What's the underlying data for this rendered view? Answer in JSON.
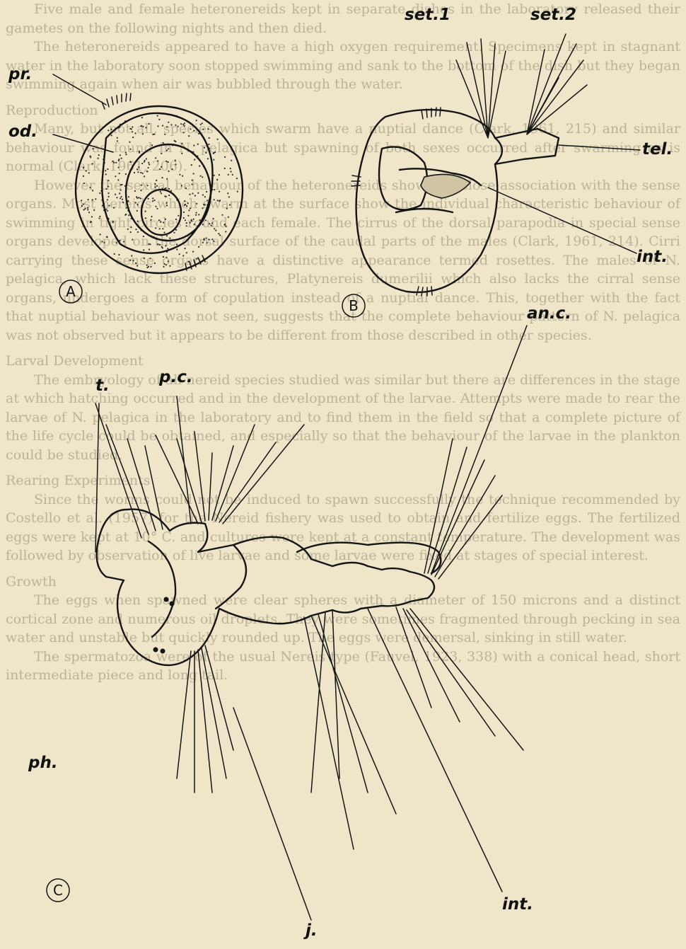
{
  "background_text": [
    {
      "kind": "paragraph",
      "text": "Five male and female heteronereids kept in separate dishes in the laboratory released their gametes on the following nights and then died."
    },
    {
      "kind": "paragraph",
      "text": "The heteronereids appeared to have a high oxygen requirement. Specimens kept in stagnant water in the laboratory soon stopped swimming and sank to the bottom of the dish but they began swimming again when air was bubbled through the water."
    },
    {
      "kind": "heading",
      "text": "Reproduction"
    },
    {
      "kind": "paragraph",
      "text": "Many, but not all, species which swarm have a nuptial dance (Clark, 1961, 215) and similar behaviour was found in N. pelagica but spawning of both sexes occurred after swarming as is normal (Clark, 1961, 206)."
    },
    {
      "kind": "paragraph",
      "text": "However the sexual behaviour of the heteronereids showed a close association with the sense organs. Most nereids which swarm at the surface show the individual characteristic behaviour of swimming in tight circles round each female. The cirrus of the dorsal parapodia in special sense organs developed on the dorsal surface of the caudal parts of the males (Clark, 1961, 214). Cirri carrying these sense organs have a distinctive appearance termed rosettes. The males of N. pelagica, which lack these structures, Platynereis dumerilii which also lacks the cirral sense organs, undergoes a form of copulation instead of a nuptial dance. This, together with the fact that nuptial behaviour was not seen, suggests that the complete behaviour pattern of N. pelagica was not observed but it appears to be different from those described in other species."
    },
    {
      "kind": "heading",
      "text": "Larval Development"
    },
    {
      "kind": "paragraph",
      "text": "The embryology of all nereid species studied was similar but there are differences in the stage at which hatching occurred and in the development of the larvae. Attempts were made to rear the larvae of N. pelagica in the laboratory and to find them in the field so that a complete picture of the life cycle could be obtained, and especially so that the behaviour of the larvae in the plankton could be studied."
    },
    {
      "kind": "heading",
      "text": "Rearing Experiments"
    },
    {
      "kind": "paragraph",
      "text": "Since the worms could not be induced to spawn successfully the technique recommended by Costello et al. (1957) for the Nereid fishery was used to obtain and fertilize eggs. The fertilized eggs were kept at 10° C. and cultures were kept at a constant temperature. The development was followed by observation of live larvae and some larvae were fixed at stages of special interest."
    },
    {
      "kind": "heading",
      "text": "Growth"
    },
    {
      "kind": "paragraph",
      "text": "The eggs when spawned were clear spheres with a diameter of 150 microns and a distinct cortical zone and numerous oil droplets. They were sometimes fragmented through pecking in sea water and unstable but quickly rounded up. The eggs were demersal, sinking in still water."
    },
    {
      "kind": "paragraph",
      "text": "The spermatozoa were of the usual Nereis type (Fauvel, 1923, 338) with a conical head, short intermediate piece and long tail."
    }
  ],
  "figure": {
    "panels": [
      {
        "letter": "A",
        "labels": [
          "pr.",
          "od."
        ]
      },
      {
        "letter": "B",
        "labels": [
          "set.1",
          "set.2",
          "tel.",
          "int."
        ]
      },
      {
        "letter": "C",
        "labels": [
          "t.",
          "p.c.",
          "an.c.",
          "ph.",
          "int.",
          "j."
        ]
      }
    ]
  },
  "colors": {
    "paper": "#efe6c9",
    "ink": "#141414",
    "ghost_text": "#5a523c"
  }
}
